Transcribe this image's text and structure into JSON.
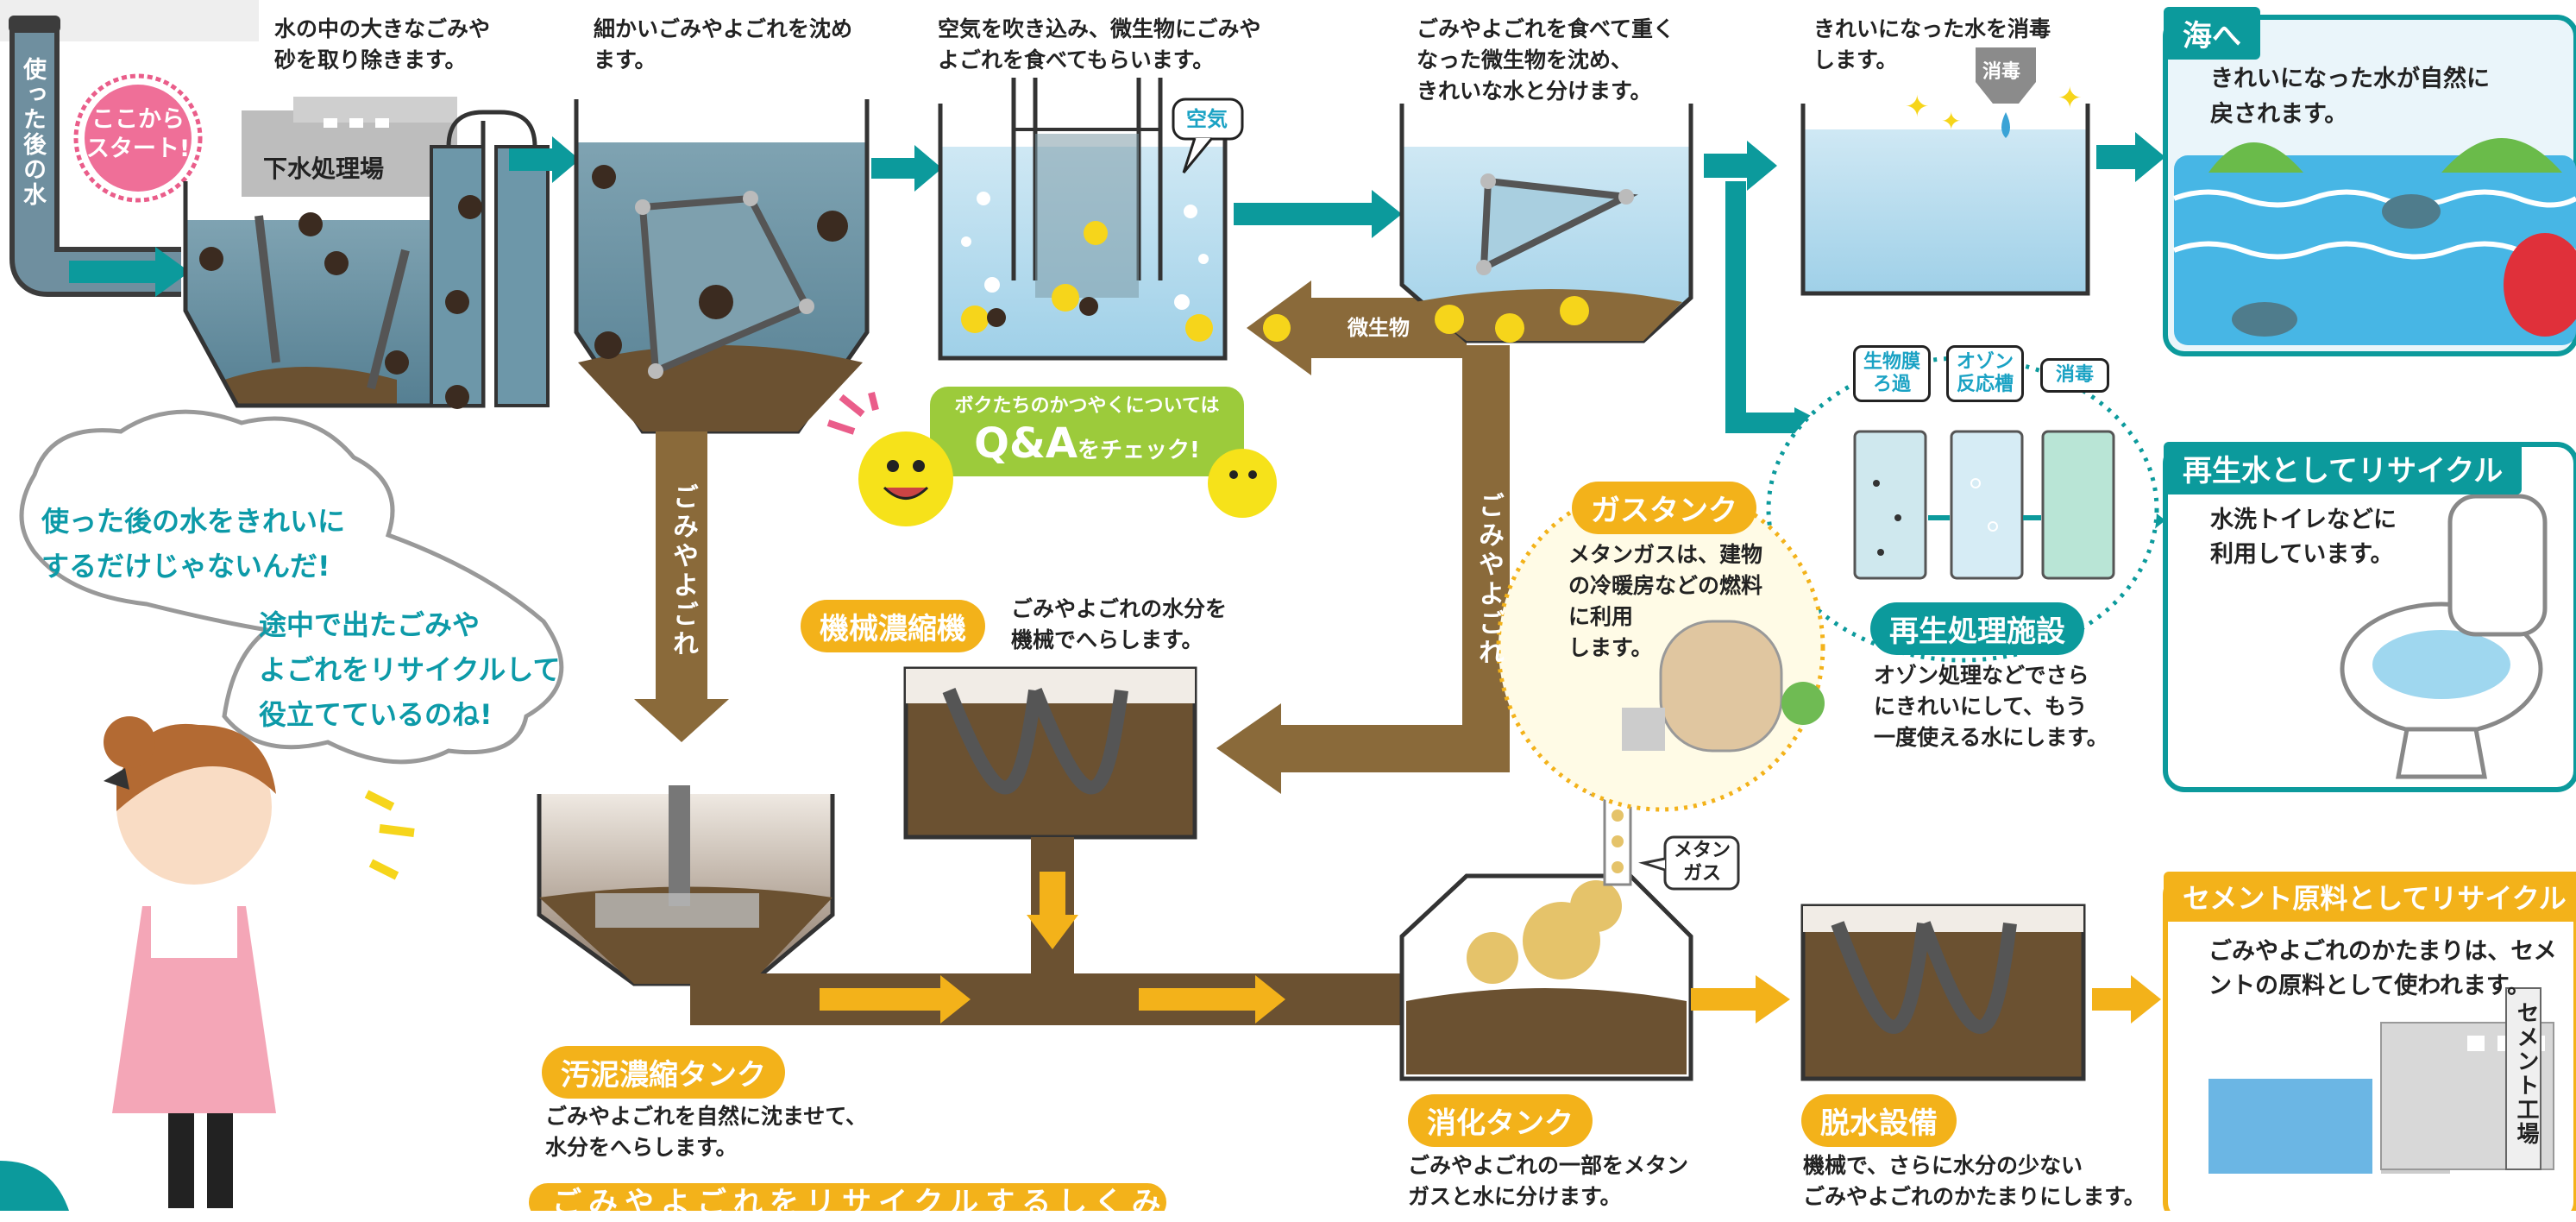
{
  "start": {
    "label_line1": "ここから",
    "label_line2": "スタート!",
    "pipe_label": "使った後の水"
  },
  "facility_label": "下水処理場",
  "steps": {
    "screen": {
      "desc_line1": "水の中の大きなごみや",
      "desc_line2": "砂を取り除きます。"
    },
    "primary": {
      "desc_line1": "細かいごみやよごれを沈め",
      "desc_line2": "ます。"
    },
    "aeration": {
      "desc_line1": "空気を吹き込み、微生物にごみや",
      "desc_line2": "よごれを食べてもらいます。",
      "air_label": "空気"
    },
    "secondary": {
      "desc_line1": "ごみやよごれを食べて重く",
      "desc_line2": "なった微生物を沈め、",
      "desc_line3": "きれいな水と分けます。"
    },
    "disinfect": {
      "desc_line1": "きれいになった水を消毒",
      "desc_line2": "します。",
      "tank_label": "消毒"
    }
  },
  "microbe_label": "微生物",
  "sludge_label": "ごみやよごれ",
  "qa": {
    "line1": "ボクたちのかつやくについては",
    "line2_big": "Q&A",
    "line2_rest": "をチェック!"
  },
  "sea": {
    "title": "海へ",
    "desc_line1": "きれいになった水が自然に",
    "desc_line2": "戻されます。"
  },
  "reclaimed": {
    "title": "再生水としてリサイクル",
    "desc_line1": "水洗トイレなどに",
    "desc_line2": "利用しています。"
  },
  "reclaim_facility": {
    "title": "再生処理施設",
    "badge1_line1": "生物膜",
    "badge1_line2": "ろ過",
    "badge2_line1": "オゾン",
    "badge2_line2": "反応槽",
    "badge3": "消毒",
    "desc_line1": "オゾン処理などでさら",
    "desc_line2": "にきれいにして、もう",
    "desc_line3": "一度使える水にします。"
  },
  "gas_tank": {
    "title": "ガスタンク",
    "desc_line1": "メタンガスは、建物",
    "desc_line2": "の冷暖房などの燃料",
    "desc_line3": "に利用",
    "desc_line4": "します。"
  },
  "methane_label_line1": "メタン",
  "methane_label_line2": "ガス",
  "thickener_mech": {
    "title": "機械濃縮機",
    "desc_line1": "ごみやよごれの水分を",
    "desc_line2": "機械でへらします。"
  },
  "thickener_tank": {
    "title": "汚泥濃縮タンク",
    "desc_line1": "ごみやよごれを自然に沈ませて、",
    "desc_line2": "水分をへらします。"
  },
  "digester": {
    "title": "消化タンク",
    "desc_line1": "ごみやよごれの一部をメタン",
    "desc_line2": "ガスと水に分けます。"
  },
  "dewater": {
    "title": "脱水設備",
    "desc_line1": "機械で、さらに水分の少ない",
    "desc_line2": "ごみやよごれのかたまりにします。"
  },
  "cement": {
    "title": "セメント原料としてリサイクル",
    "desc_line1": "ごみやよごれのかたまりは、セメ",
    "desc_line2": "ントの原料として使われます。",
    "factory_label": "セメント工場"
  },
  "girl_speech": {
    "line1": "使った後の水をきれいに",
    "line2": "するだけじゃないんだ!",
    "line3": "途中で出たごみや",
    "line4": "よごれをリサイクルして",
    "line5": "役立てているのね!"
  },
  "bottom_banner": "ごみやよごれをリサイクルするしくみ",
  "colors": {
    "teal": "#0c9a9c",
    "sludge": "#8a6a3a",
    "yellow": "#f3b21a",
    "water": "#a9d6ea",
    "dirty_water": "#6d97a9"
  }
}
